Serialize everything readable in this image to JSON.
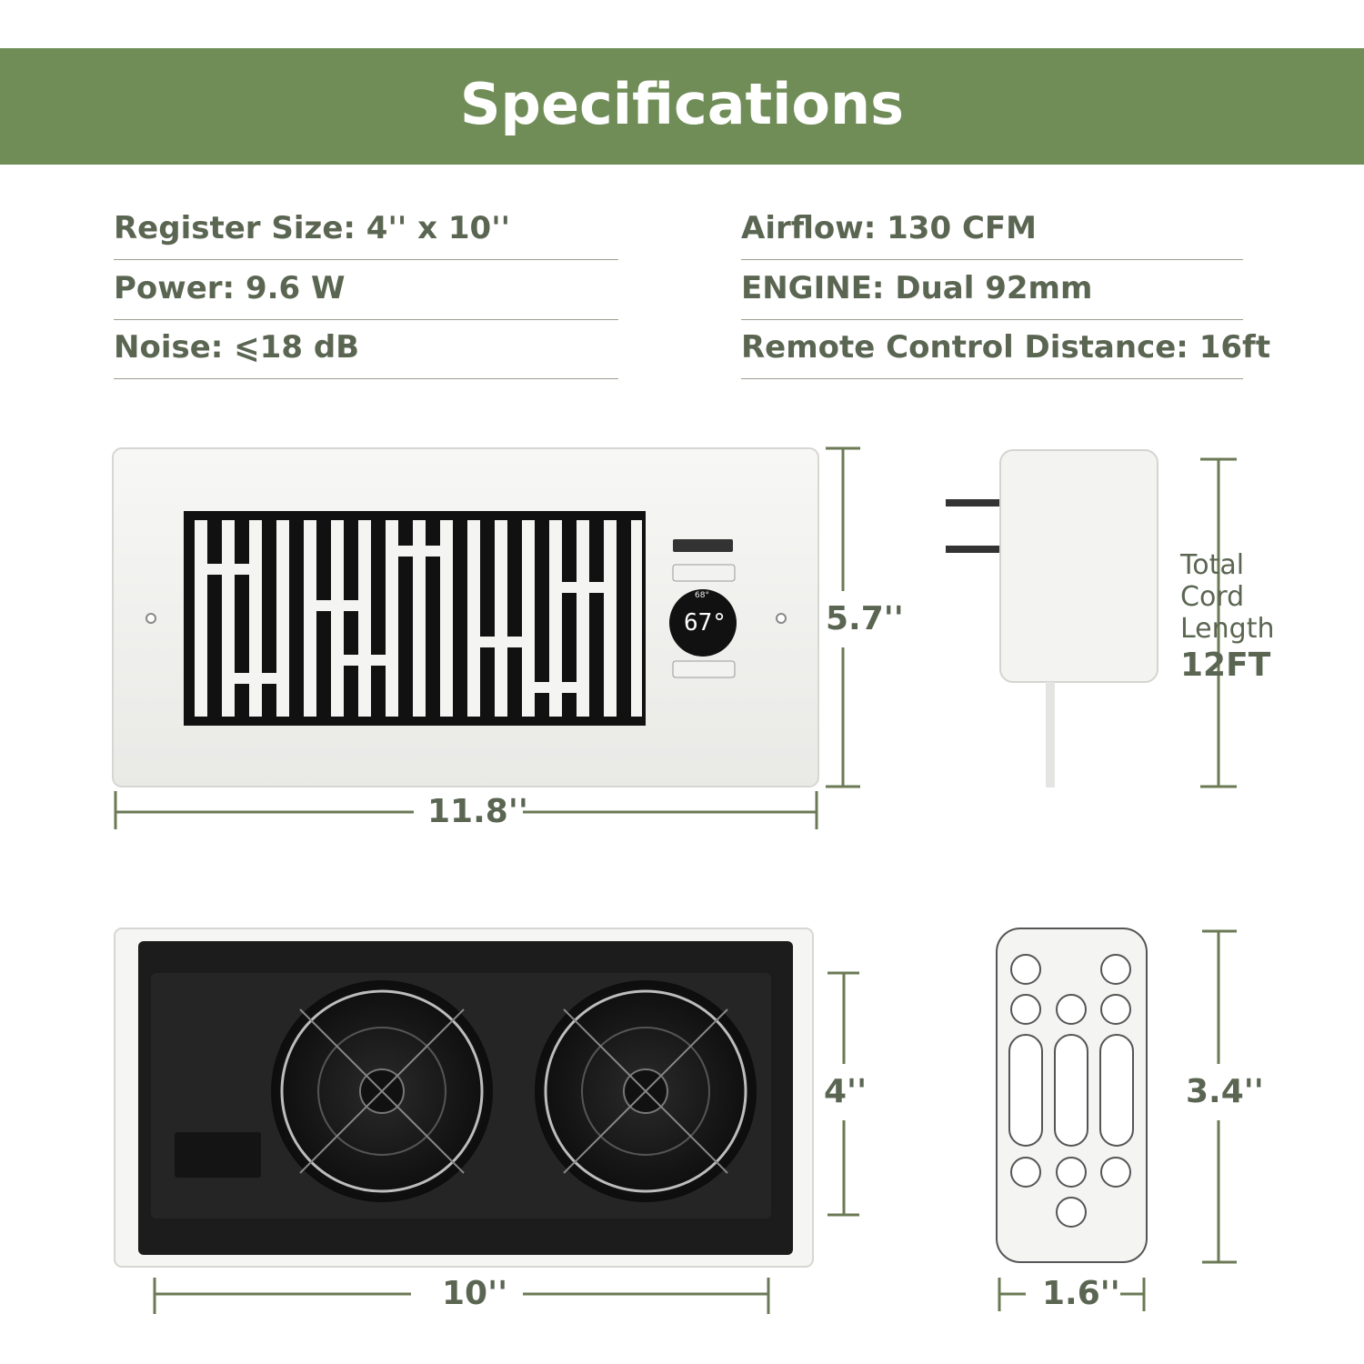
{
  "title": "Specifications",
  "specs_left": [
    "Register Size: 4'' x 10''",
    "Power: 9.6 W",
    "Noise: ⩽18 dB"
  ],
  "specs_right": [
    "Airflow: 130 CFM",
    "ENGINE: Dual 92mm",
    "Remote Control Distance: 16ft"
  ],
  "dimensions": {
    "front_width": "11.8''",
    "front_height": "5.7''",
    "back_width": "10''",
    "back_height": "4''",
    "remote_width": "1.6''",
    "remote_height": "3.4''"
  },
  "cord": {
    "line1": "Total",
    "line2": "Cord",
    "line3": "Length",
    "length": "12FT"
  },
  "display": {
    "set_temp": "68°",
    "temp": "67°"
  },
  "colors": {
    "banner": "#708d57",
    "text": "#5b6652",
    "dimension_lines": "#6b7a55"
  }
}
